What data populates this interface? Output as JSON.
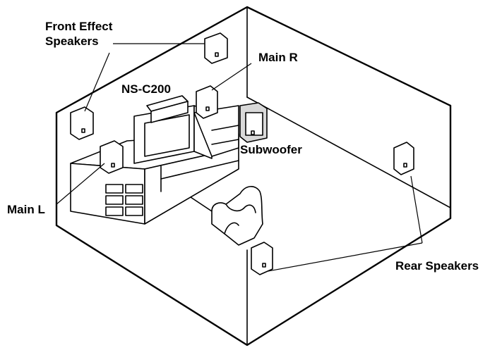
{
  "labels": {
    "front_effect_line1": "Front Effect",
    "front_effect_line2": "Speakers",
    "main_r": "Main R",
    "center": "NS-C200",
    "subwoofer": "Subwoofer",
    "main_l": "Main L",
    "rear": "Rear Speakers"
  }
}
